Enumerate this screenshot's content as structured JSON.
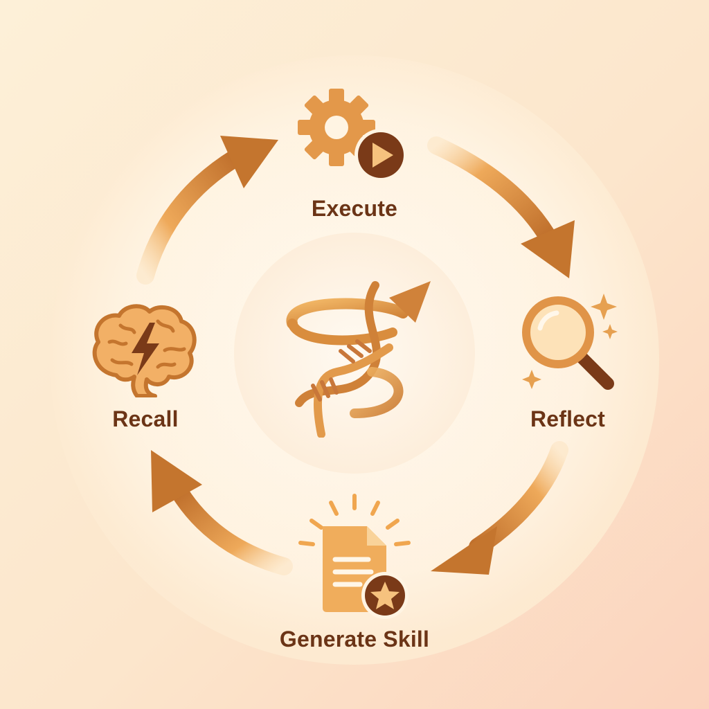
{
  "diagram": {
    "type": "cycle",
    "colors": {
      "primary_light": "#f5b665",
      "primary": "#e39b45",
      "primary_dark": "#c4752e",
      "deep_brown": "#6b3416",
      "circle_fill": "#fff7ea",
      "background": "#fdeed8"
    },
    "center": {
      "icon": "dna-helix-arrow-icon"
    },
    "nodes": [
      {
        "id": "execute",
        "label": "Execute",
        "icon": "gear-play-icon"
      },
      {
        "id": "reflect",
        "label": "Reflect",
        "icon": "magnifier-sparkle-icon"
      },
      {
        "id": "generate",
        "label": "Generate Skill",
        "icon": "document-star-icon"
      },
      {
        "id": "recall",
        "label": "Recall",
        "icon": "brain-lightning-icon"
      }
    ],
    "edges": [
      {
        "from": "execute",
        "to": "reflect"
      },
      {
        "from": "reflect",
        "to": "generate"
      },
      {
        "from": "generate",
        "to": "recall"
      },
      {
        "from": "recall",
        "to": "execute"
      }
    ]
  }
}
